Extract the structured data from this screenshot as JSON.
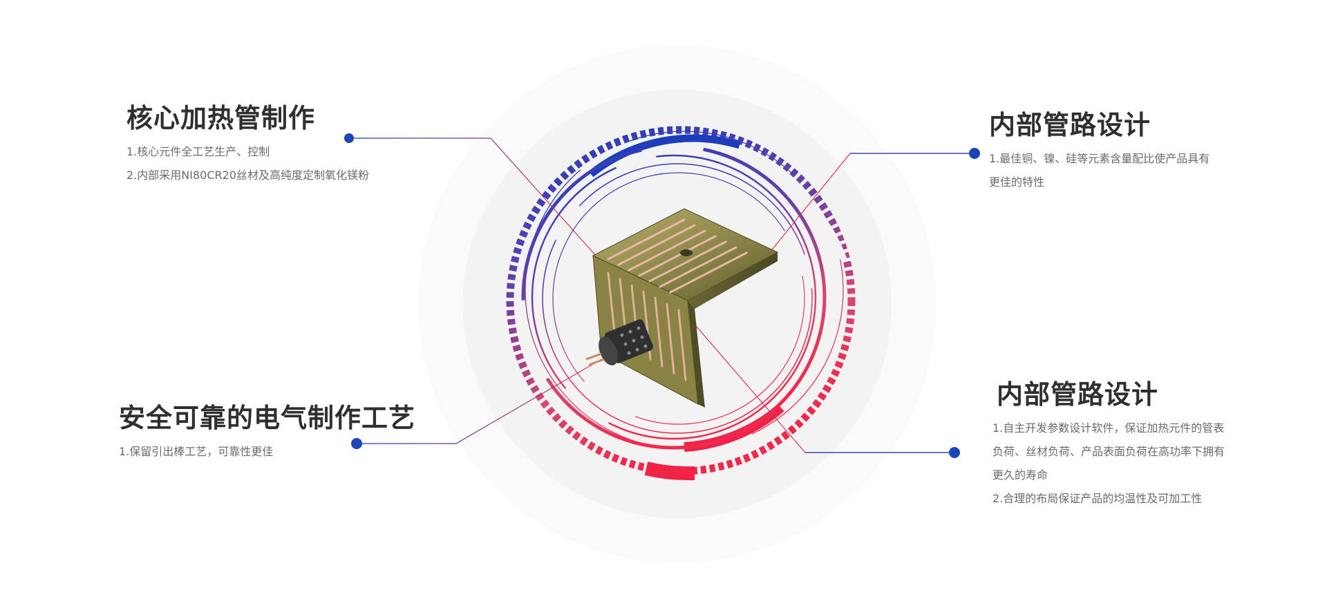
{
  "features": [
    {
      "title": "核心加热管制作",
      "lines": [
        "1.核心元件全工艺生产、控制",
        "2.内部采用NI80CR20丝材及高纯度定制氧化镁粉"
      ]
    },
    {
      "title": "内部管路设计",
      "lines": [
        "1.最佳铜、镍、硅等元素含量配比使产品具有更佳的特性"
      ]
    },
    {
      "title": "安全可靠的电气制作工艺",
      "lines": [
        "1.保留引出棒工艺，可靠性更佳"
      ]
    },
    {
      "title": "内部管路设计",
      "lines": [
        "1.自主开发参数设计软件，保证加热元件的管表负荷、丝材负荷、产品表面负荷在高功率下拥有更久的寿命",
        "2.合理的布局保证产品的均温性及可加工性"
      ]
    }
  ],
  "colors": {
    "accent_blue": "#1f3fb5",
    "accent_red": "#f0264a",
    "leader_dot": "#1a44b8",
    "title": "#2f2f2f",
    "body": "#6b6b6b"
  },
  "icons": {
    "center_image": "heater-plate-product",
    "connector_dot": "circle-dot-icon"
  }
}
